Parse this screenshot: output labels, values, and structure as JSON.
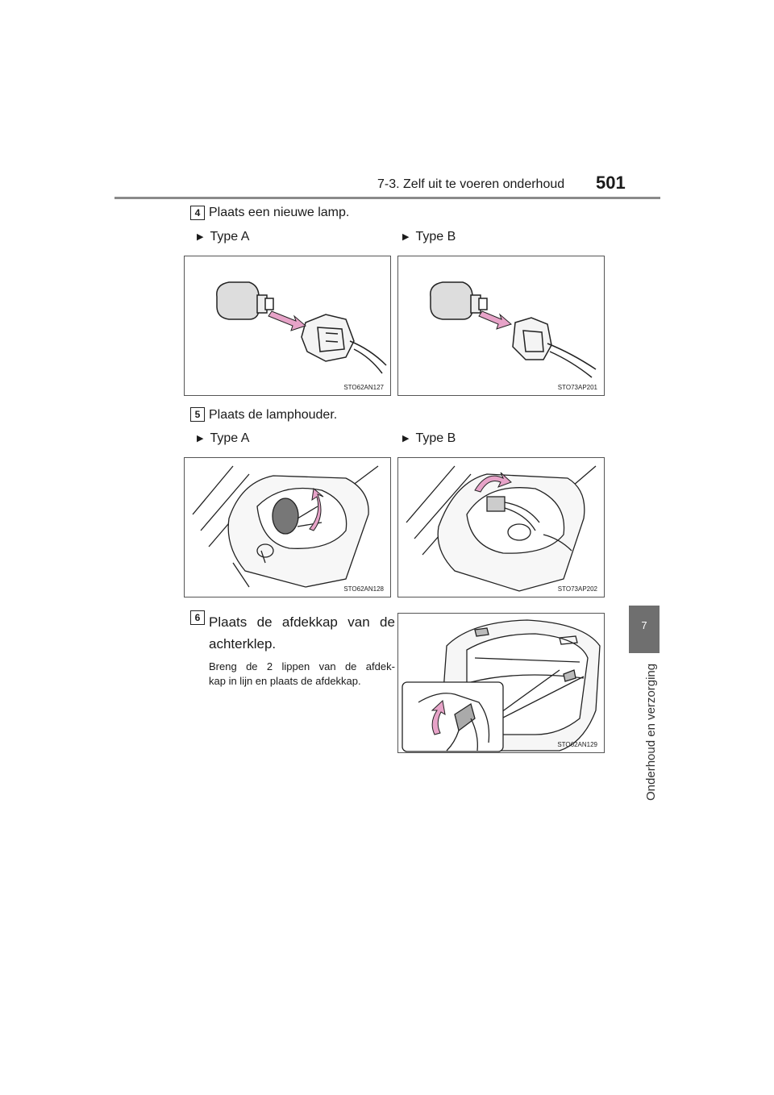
{
  "header": {
    "section": "7-3. Zelf uit te voeren onderhoud",
    "page_number": "501"
  },
  "side_tab": {
    "chapter_number": "7",
    "chapter_title": "Onderhoud en verzorging"
  },
  "steps": {
    "step4": {
      "number": "4",
      "text": "Plaats een nieuwe lamp.",
      "type_a": "Type A",
      "type_b": "Type B",
      "fig_a_code": "STO62AN127",
      "fig_b_code": "STO73AP201"
    },
    "step5": {
      "number": "5",
      "text": "Plaats de lamphouder.",
      "type_a": "Type A",
      "type_b": "Type B",
      "fig_a_code": "STO62AN128",
      "fig_b_code": "STO73AP202"
    },
    "step6": {
      "number": "6",
      "title_words": [
        "Plaats",
        "de",
        "afdekkap",
        "van",
        "de"
      ],
      "title_line2": "achterklep.",
      "note_words": [
        "Breng",
        "de",
        "2",
        "lippen",
        "van",
        "de",
        "afdek-"
      ],
      "note_line2": "kap in lijn en plaats de afdekkap.",
      "fig_code": "STO62AN129"
    }
  },
  "colors": {
    "arrow_pink": "#e7a3c8",
    "header_rule": "#8a8a8a",
    "side_tab": "#6f6f6f"
  },
  "icons": {
    "bullet": "triangle-right-icon"
  }
}
